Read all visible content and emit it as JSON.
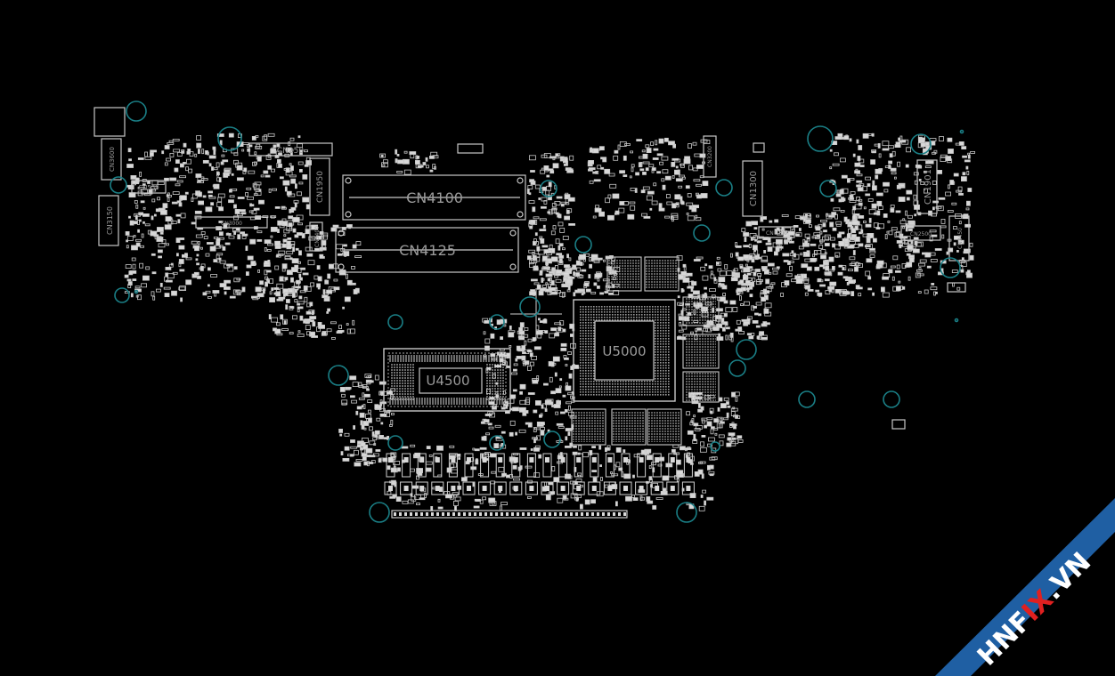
{
  "labels": {
    "cn250": "CN250",
    "cn1950": "CN1950",
    "cn4100": "CN4100",
    "cn4125": "CN4125",
    "cn1300": "CN1300",
    "cn1901": "CN1901",
    "cn3150": "CN3150",
    "cn550": "CN550",
    "cn3600": "CN3600",
    "cn3400": "CN3400",
    "cn3200": "CN3200",
    "cn1000": "CN1000",
    "cn3450": "CN3450",
    "cn2500": "CN2500",
    "cn3000": "CN3000",
    "u4500": "U4500",
    "u5000": "U5000"
  },
  "watermark": {
    "text_pre": "HNF",
    "text_mark": "IX",
    "text_post": ".VN",
    "band_color": "#1f5fa3",
    "mark_color": "#e02020"
  },
  "colors": {
    "background": "#000000",
    "outline": "#c8c8c8",
    "hole": "#1a7f86"
  }
}
